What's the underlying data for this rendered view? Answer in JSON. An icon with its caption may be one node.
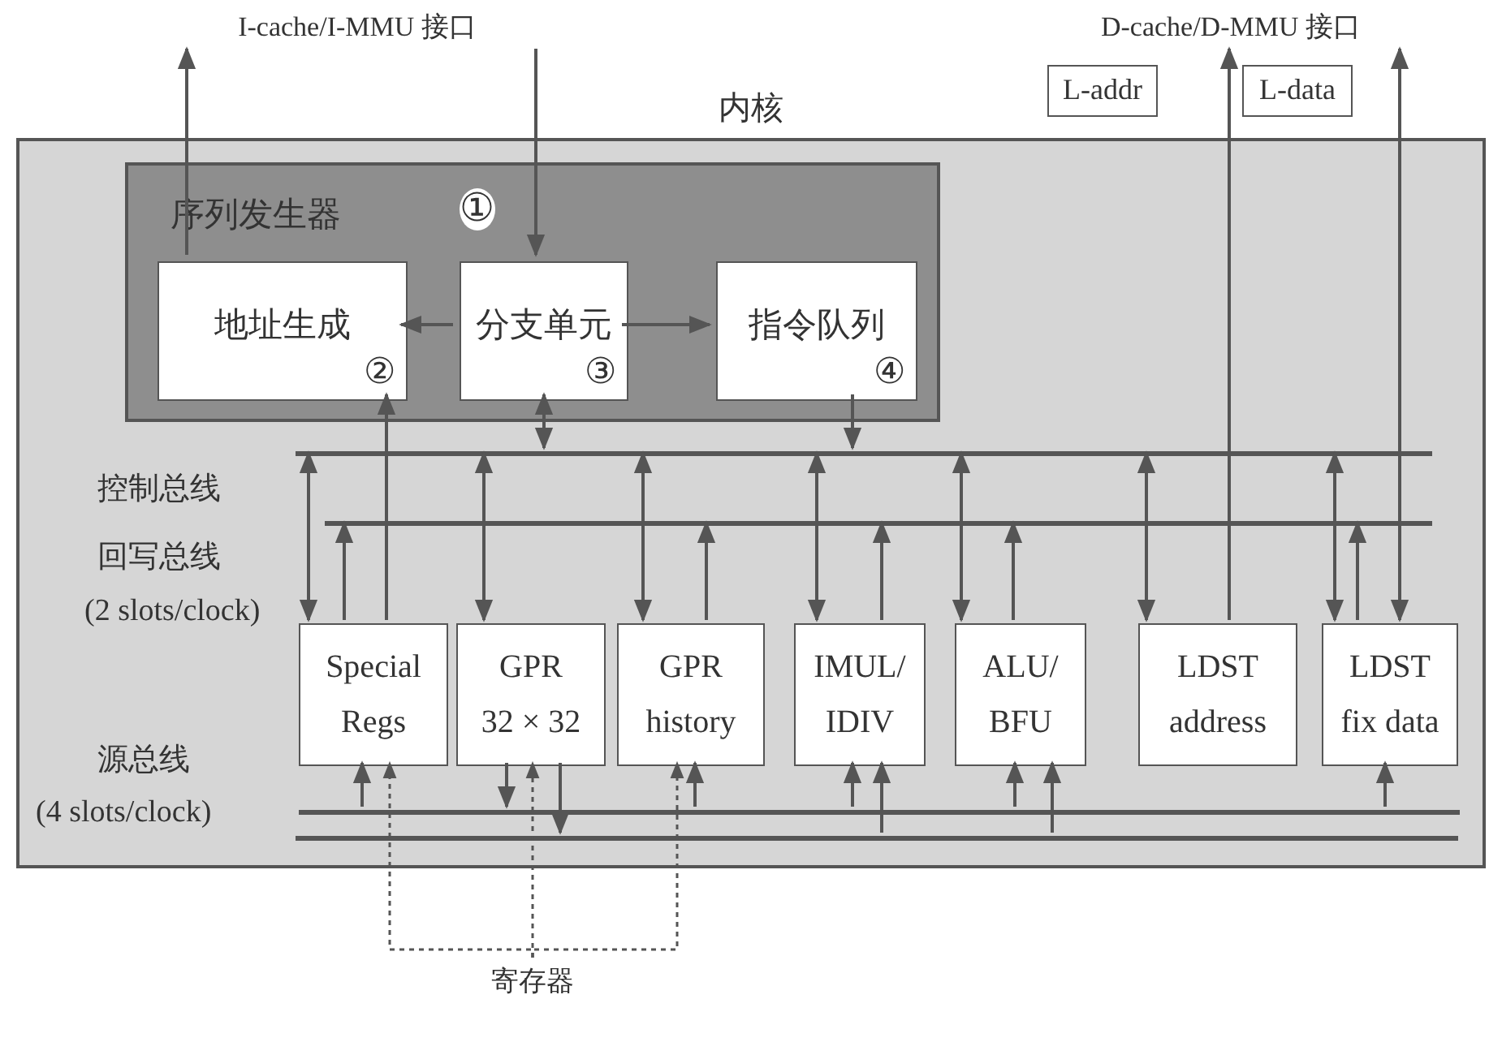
{
  "diagram": {
    "nodes": [
      {
        "text": [
          "内核"
        ]
      },
      {
        "text": [
          "序列发生器",
          "①"
        ],
        "in": 0
      },
      {
        "text": [
          "地址生成",
          "②"
        ],
        "in": 1
      },
      {
        "text": [
          "分支单元",
          "③"
        ],
        "in": 1
      },
      {
        "text": [
          "指令队列",
          "④"
        ],
        "in": 1
      },
      {
        "text": [],
        "shape": "bar",
        "in": 0
      },
      {
        "text": [],
        "shape": "bar",
        "in": 0
      },
      {
        "text": [
          "Special Regs"
        ],
        "in": 0
      },
      {
        "text": [
          "GPR 32 × 32"
        ],
        "in": 0
      },
      {
        "text": [
          "GPR history"
        ],
        "in": 0
      },
      {
        "text": [
          "IMUL/ IDIV"
        ],
        "in": 0
      },
      {
        "text": [
          "ALU/ BFU"
        ],
        "in": 0
      },
      {
        "text": [
          "LDST address"
        ],
        "in": 0
      },
      {
        "text": [
          "LDST fix data"
        ],
        "in": 0
      },
      {
        "text": [],
        "shape": "bar",
        "in": 0
      },
      {
        "text": [],
        "shape": "bar",
        "in": 0
      },
      {
        "text": [
          "I-cache/I-MMU 接口"
        ]
      },
      {
        "text": [
          "D-cache/D-MMU 接口"
        ]
      },
      {
        "text": [
          "L-addr"
        ]
      },
      {
        "text": [
          "L-data"
        ]
      },
      {
        "text": [
          "寄存器"
        ]
      }
    ],
    "edges": [
      {
        "from": 3,
        "to": 2,
        "arrow": "to"
      },
      {
        "from": 3,
        "to": 4,
        "arrow": "to"
      },
      {
        "from": 16,
        "to": 3,
        "arrow": "to"
      },
      {
        "from": 2,
        "to": 16,
        "arrow": "to"
      },
      {
        "from": 7,
        "to": 2,
        "arrow": "to"
      },
      {
        "from": 3,
        "to": 5,
        "arrow": "both"
      },
      {
        "from": 4,
        "to": 5,
        "arrow": "to"
      },
      {
        "from": 5,
        "to": 7,
        "arrow": "both"
      },
      {
        "from": 5,
        "to": 8,
        "arrow": "both"
      },
      {
        "from": 5,
        "to": 9,
        "arrow": "both"
      },
      {
        "from": 5,
        "to": 10,
        "arrow": "both"
      },
      {
        "from": 5,
        "to": 11,
        "arrow": "both"
      },
      {
        "from": 5,
        "to": 12,
        "arrow": "both"
      },
      {
        "from": 5,
        "to": 13,
        "arrow": "both"
      },
      {
        "from": 7,
        "to": 6,
        "arrow": "to"
      },
      {
        "from": 9,
        "to": 6,
        "arrow": "to"
      },
      {
        "from": 10,
        "to": 6,
        "arrow": "to"
      },
      {
        "from": 11,
        "to": 6,
        "arrow": "to"
      },
      {
        "from": 13,
        "to": 6,
        "arrow": "to"
      },
      {
        "from": 14,
        "to": 7,
        "arrow": "to"
      },
      {
        "from": 8,
        "to": 14,
        "arrow": "to"
      },
      {
        "from": 8,
        "to": 15,
        "arrow": "to"
      },
      {
        "from": 14,
        "to": 9,
        "arrow": "to"
      },
      {
        "from": 14,
        "to": 10,
        "arrow": "to"
      },
      {
        "from": 15,
        "to": 10,
        "arrow": "to"
      },
      {
        "from": 14,
        "to": 11,
        "arrow": "to"
      },
      {
        "from": 15,
        "to": 11,
        "arrow": "to"
      },
      {
        "from": 14,
        "to": 13,
        "arrow": "to"
      },
      {
        "from": 12,
        "to": 17,
        "arrow": "to"
      },
      {
        "from": 13,
        "to": 17,
        "arrow": "both"
      },
      {
        "from": 20,
        "to": 7,
        "arrow": "to",
        "style": "dashed"
      },
      {
        "from": 20,
        "to": 8,
        "arrow": "to",
        "style": "dashed"
      },
      {
        "from": 20,
        "to": 9,
        "arrow": "to",
        "style": "dashed"
      }
    ],
    "labels": [
      "控制总线",
      "回写总线",
      "(2 slots/clock)",
      "源总线",
      "(4 slots/clock)"
    ]
  }
}
